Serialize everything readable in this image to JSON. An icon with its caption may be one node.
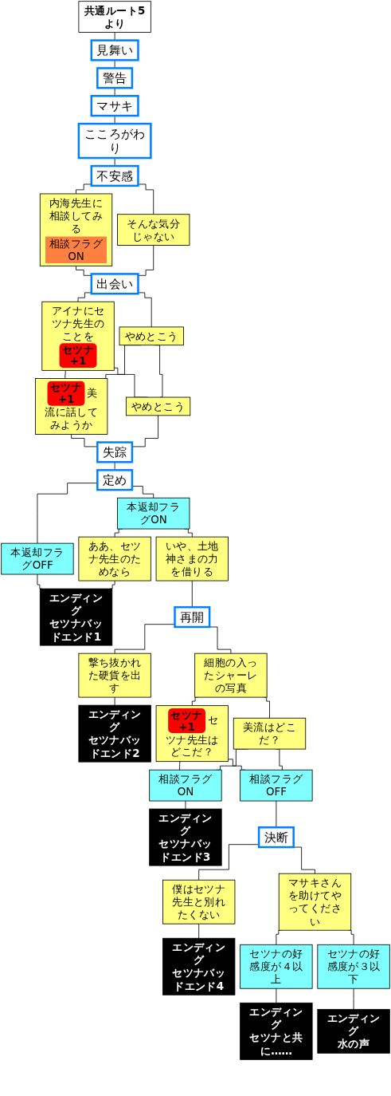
{
  "diagram": {
    "nodes": [
      {
        "text": [
          "共通ルート5より"
        ]
      },
      {
        "text": [
          "見舞い"
        ]
      },
      {
        "text": [
          "警告"
        ]
      },
      {
        "text": [
          "マサキ"
        ]
      },
      {
        "text": [
          "こころがわり"
        ]
      },
      {
        "text": [
          "不安感"
        ]
      },
      {
        "text": [
          "内海先生に相談してみる",
          "相談フラグON"
        ]
      },
      {
        "text": [
          "そんな気分じゃない"
        ]
      },
      {
        "text": [
          "出会い"
        ]
      },
      {
        "text": [
          "アイナにセツナ先生のことを",
          "セツナ +1"
        ]
      },
      {
        "text": [
          "やめとこう"
        ]
      },
      {
        "text": [
          "セツナ +1",
          "美流に話してみようか"
        ]
      },
      {
        "text": [
          "やめとこう"
        ]
      },
      {
        "text": [
          "失踪"
        ]
      },
      {
        "text": [
          "定め"
        ]
      },
      {
        "text": [
          "本返却フラグOFF"
        ]
      },
      {
        "text": [
          "本返却フラグON"
        ]
      },
      {
        "text": [
          "ああ、セツナ先生のためなら"
        ]
      },
      {
        "text": [
          "いや、土地神さまの力を借りる"
        ]
      },
      {
        "text": [
          "エンディング",
          "セツナバッドエンド1"
        ]
      },
      {
        "text": [
          "再開"
        ]
      },
      {
        "text": [
          "撃ち抜かれた硬貨を出す"
        ]
      },
      {
        "text": [
          "細胞の入ったシャーレの写真"
        ]
      },
      {
        "text": [
          "エンディング",
          "セツナバッドエンド2"
        ]
      },
      {
        "text": [
          "セツナ +1",
          "セツナ先生はどこだ？"
        ]
      },
      {
        "text": [
          "美流はどこだ？"
        ]
      },
      {
        "text": [
          "相談フラグON"
        ]
      },
      {
        "text": [
          "相談フラグOFF"
        ]
      },
      {
        "text": [
          "エンディング",
          "セツナバッドエンド3"
        ]
      },
      {
        "text": [
          "決断"
        ]
      },
      {
        "text": [
          "僕はセツナ先生と別れたくない"
        ]
      },
      {
        "text": [
          "マサキさんを助けてやってください"
        ]
      },
      {
        "text": [
          "エンディング",
          "セツナバッドエンド4"
        ]
      },
      {
        "text": [
          "セツナの好感度が４以上"
        ]
      },
      {
        "text": [
          "セツナの好感度が３以下"
        ]
      },
      {
        "text": [
          "エンディング",
          "セツナと共に……"
        ]
      },
      {
        "text": [
          "エンディング",
          "水の声"
        ]
      }
    ],
    "edges": [
      {
        "from": 0,
        "to": 1,
        "arrow": "none"
      },
      {
        "from": 1,
        "to": 2,
        "arrow": "none"
      },
      {
        "from": 2,
        "to": 3,
        "arrow": "none"
      },
      {
        "from": 3,
        "to": 4,
        "arrow": "none"
      },
      {
        "from": 4,
        "to": 5,
        "arrow": "none"
      },
      {
        "from": 5,
        "to": 6,
        "arrow": "none"
      },
      {
        "from": 5,
        "to": 7,
        "arrow": "none"
      },
      {
        "from": 6,
        "to": 8,
        "arrow": "none"
      },
      {
        "from": 7,
        "to": 8,
        "arrow": "none"
      },
      {
        "from": 8,
        "to": 9,
        "arrow": "none"
      },
      {
        "from": 8,
        "to": 10,
        "arrow": "none"
      },
      {
        "from": 9,
        "to": 11,
        "arrow": "none"
      },
      {
        "from": 9,
        "to": 12,
        "arrow": "none"
      },
      {
        "from": 10,
        "to": 11,
        "arrow": "none"
      },
      {
        "from": 10,
        "to": 12,
        "arrow": "none"
      },
      {
        "from": 11,
        "to": 13,
        "arrow": "none"
      },
      {
        "from": 12,
        "to": 13,
        "arrow": "none"
      },
      {
        "from": 13,
        "to": 14,
        "arrow": "none"
      },
      {
        "from": 14,
        "to": 15,
        "arrow": "none"
      },
      {
        "from": 14,
        "to": 16,
        "arrow": "none"
      },
      {
        "from": 15,
        "to": 19,
        "arrow": "none"
      },
      {
        "from": 16,
        "to": 17,
        "arrow": "none"
      },
      {
        "from": 16,
        "to": 18,
        "arrow": "none"
      },
      {
        "from": 17,
        "to": 19,
        "arrow": "none"
      },
      {
        "from": 18,
        "to": 20,
        "arrow": "none"
      },
      {
        "from": 20,
        "to": 21,
        "arrow": "none"
      },
      {
        "from": 20,
        "to": 22,
        "arrow": "none"
      },
      {
        "from": 21,
        "to": 23,
        "arrow": "none"
      },
      {
        "from": 22,
        "to": 24,
        "arrow": "none"
      },
      {
        "from": 22,
        "to": 25,
        "arrow": "none"
      },
      {
        "from": 24,
        "to": 26,
        "arrow": "none"
      },
      {
        "from": 24,
        "to": 27,
        "arrow": "none"
      },
      {
        "from": 25,
        "to": 26,
        "arrow": "none"
      },
      {
        "from": 25,
        "to": 27,
        "arrow": "none"
      },
      {
        "from": 26,
        "to": 28,
        "arrow": "none"
      },
      {
        "from": 27,
        "to": 29,
        "arrow": "none"
      },
      {
        "from": 29,
        "to": 30,
        "arrow": "none"
      },
      {
        "from": 29,
        "to": 31,
        "arrow": "none"
      },
      {
        "from": 30,
        "to": 32,
        "arrow": "none"
      },
      {
        "from": 31,
        "to": 33,
        "arrow": "none"
      },
      {
        "from": 31,
        "to": 34,
        "arrow": "none"
      },
      {
        "from": 33,
        "to": 35,
        "arrow": "none"
      },
      {
        "from": 34,
        "to": 36,
        "arrow": "none"
      }
    ]
  }
}
